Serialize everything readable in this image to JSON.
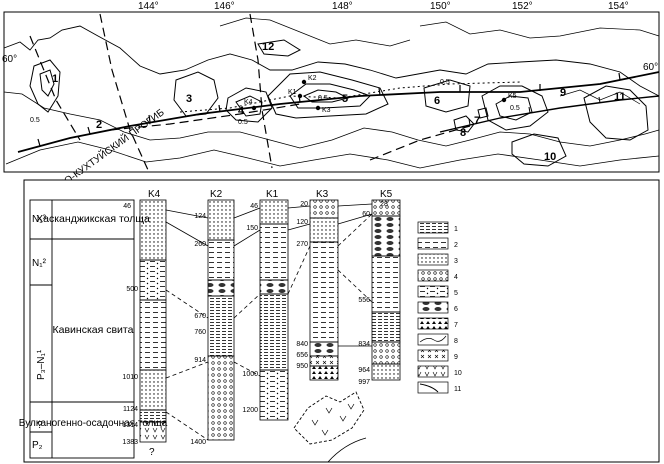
{
  "map": {
    "top_longitudes": [
      "144°",
      "146°",
      "148°",
      "150°",
      "152°",
      "154°"
    ],
    "lat_left": "60°",
    "lat_right": "60°",
    "trough_label": "ЮЖНО-КУХТУЙСКИЙ ПРОГИБ",
    "area_numbers": [
      "1",
      "2",
      "3",
      "4",
      "5",
      "6",
      "7",
      "8",
      "9",
      "10",
      "11",
      "12"
    ],
    "well_labels": [
      "K4",
      "K2",
      "K1",
      "K3",
      "K5"
    ],
    "contour_values": [
      "0.5",
      "0.5",
      "0.5",
      "0.5",
      "0.5"
    ]
  },
  "stratigraphy": {
    "ages": [
      "N₁³",
      "N₁²",
      "P₃–N₁¹",
      "?",
      "P₂"
    ],
    "units": [
      "Хасканджикская толща",
      "Кавинская свита",
      "Вулканогенно-осадочная толща"
    ],
    "columns": [
      {
        "name": "K4",
        "depths": [
          "46",
          "500",
          "1010",
          "1124",
          "1314",
          "1383"
        ],
        "footer": "?"
      },
      {
        "name": "K2",
        "depths": [
          "124",
          "260",
          "670",
          "760",
          "914",
          "1400"
        ]
      },
      {
        "name": "K1",
        "depths": [
          "46",
          "150",
          "1000",
          "1200"
        ]
      },
      {
        "name": "K3",
        "depths": [
          "20",
          "120",
          "270",
          "840",
          "656",
          "950"
        ]
      },
      {
        "name": "K5",
        "depths": [
          "28",
          "60",
          "556",
          "834",
          "964",
          "997"
        ]
      }
    ]
  },
  "legend": {
    "items": [
      "1",
      "2",
      "3",
      "4",
      "5",
      "6",
      "7",
      "8",
      "9",
      "10",
      "11"
    ]
  }
}
